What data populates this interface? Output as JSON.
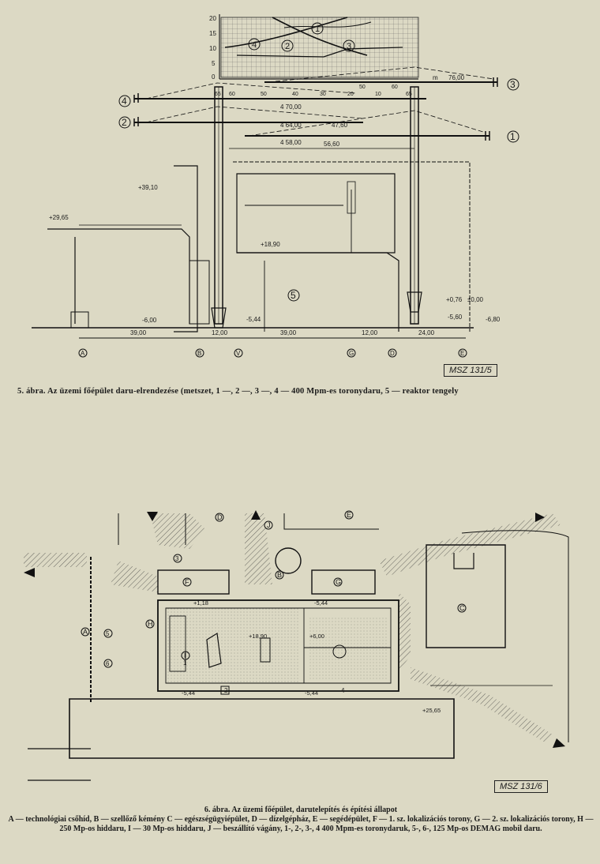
{
  "figure5": {
    "caption": "5. ábra. Az üzemi főépület daru-elrendezése (metszet, 1 —, 2 —, 3 —, 4 — 400 Mpm-es toronydaru, 5 — reaktor tengely",
    "stamp": "MSZ 131/5",
    "chart_y_ticks": [
      "20",
      "15",
      "10",
      "5",
      "0"
    ],
    "chart_x_ticks": [
      "65",
      "60",
      "50",
      "40",
      "30",
      "20",
      "10",
      "50",
      "60",
      "65"
    ],
    "curve_labels": [
      "1",
      "2",
      "3",
      "4"
    ],
    "crane_labels": [
      "4",
      "2",
      "3",
      "1"
    ],
    "reactor_label": "5",
    "levels": [
      "+29,65",
      "+39,10",
      "+18,90",
      "-6,00",
      "-5,44",
      "+0,76",
      "±0,00",
      "-5,60",
      "-6,80"
    ],
    "boom_dims": [
      "4 70,00",
      "4 64,00",
      "47,60",
      "4 58,00",
      "56,60",
      "76,00",
      "m"
    ],
    "spans": [
      "39,00",
      "12,00",
      "39,00",
      "12,00",
      "24,00"
    ],
    "axes": [
      "A",
      "B",
      "V",
      "G",
      "D",
      "E"
    ]
  },
  "figure6": {
    "caption_title": "6. ábra. Az üzemi főépület, darutelepítés és építési állapot",
    "caption_legend": "A — technológiai csőhíd, B — szellőző kémény C — egészségügyiépület, D — dízelgépház, E — segédépület, F — 1. sz. lokalizációs torony, G — 2. sz. lokalizációs torony, H — 250 Mp-os hiddaru, I — 30 Mp-os hiddaru, J — beszállító vágány, 1-, 2-, 3-, 4 400 Mpm-es toronydaruk, 5-, 6-, 125 Mp-os DEMAG mobil daru.",
    "stamp": "MSZ 131/6",
    "zones": [
      "A",
      "B",
      "C",
      "D",
      "E",
      "F",
      "G",
      "H",
      "I",
      "J"
    ],
    "cranes": [
      "1",
      "2",
      "3",
      "4",
      "5",
      "6"
    ],
    "levels": [
      "+1,18",
      "-5,44",
      "+18,90",
      "+6,00",
      "-5,44",
      "-5,44",
      "+25,65"
    ]
  }
}
